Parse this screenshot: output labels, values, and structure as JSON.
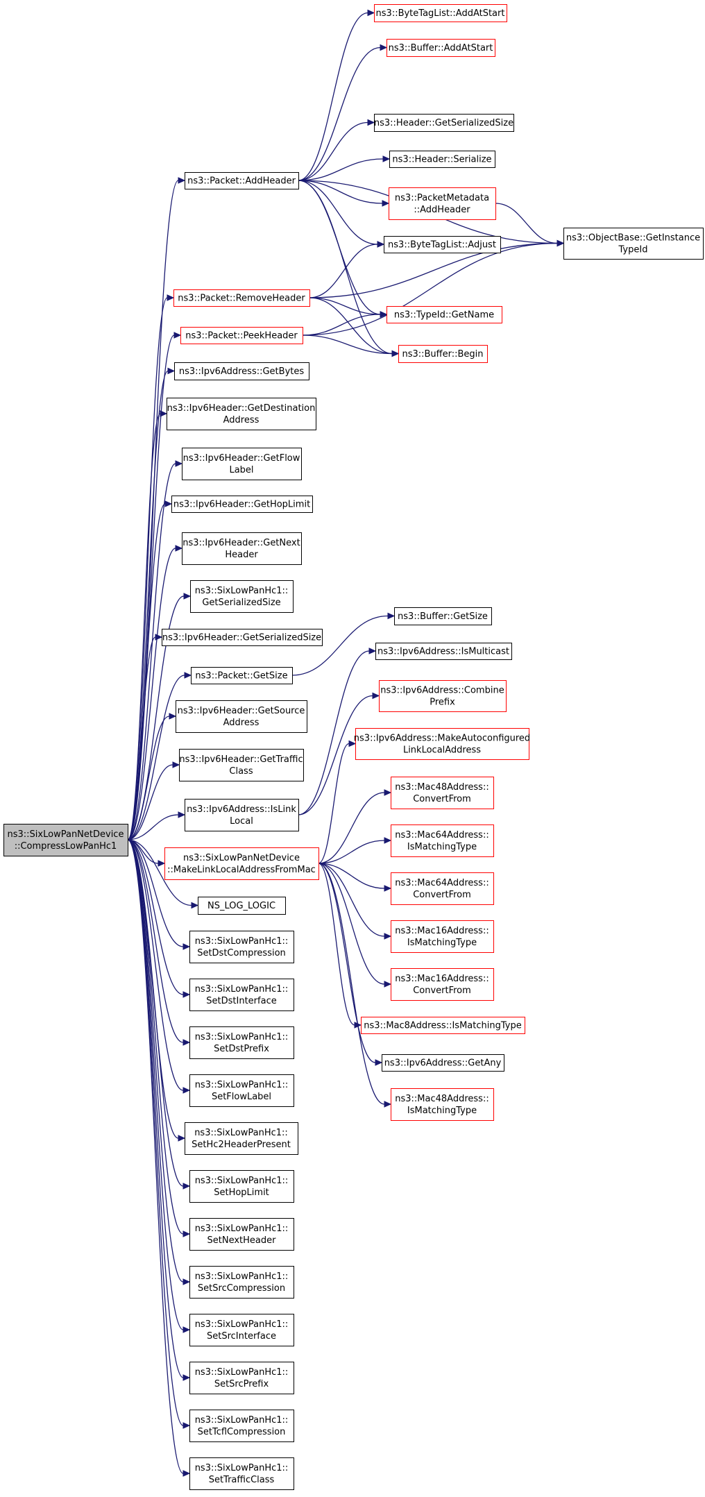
{
  "graph": {
    "type": "call-graph",
    "colors": {
      "edge": "#191970",
      "root_fill": "#bfbfbf",
      "node_fill": "#ffffff",
      "node_border": "#000000",
      "truncated_border": "#ff0000"
    },
    "nodes": [
      {
        "id": "root",
        "lines": [
          "ns3::SixLowPanNetDevice",
          "::CompressLowPanHc1"
        ],
        "style": "root"
      },
      {
        "id": "addHeader",
        "lines": [
          "ns3::Packet::AddHeader"
        ],
        "style": "normal"
      },
      {
        "id": "removeHeader",
        "lines": [
          "ns3::Packet::RemoveHeader"
        ],
        "style": "truncated"
      },
      {
        "id": "peekHeader",
        "lines": [
          "ns3::Packet::PeekHeader"
        ],
        "style": "truncated"
      },
      {
        "id": "ipv6GetBytes",
        "lines": [
          "ns3::Ipv6Address::GetBytes"
        ],
        "style": "normal"
      },
      {
        "id": "getDest",
        "lines": [
          "ns3::Ipv6Header::GetDestination",
          "Address"
        ],
        "style": "normal"
      },
      {
        "id": "getFlow",
        "lines": [
          "ns3::Ipv6Header::GetFlow",
          "Label"
        ],
        "style": "normal"
      },
      {
        "id": "getHop",
        "lines": [
          "ns3::Ipv6Header::GetHopLimit"
        ],
        "style": "normal"
      },
      {
        "id": "getNext",
        "lines": [
          "ns3::Ipv6Header::GetNext",
          "Header"
        ],
        "style": "normal"
      },
      {
        "id": "hc1Ser",
        "lines": [
          "ns3::SixLowPanHc1::",
          "GetSerializedSize"
        ],
        "style": "normal"
      },
      {
        "id": "ipv6Ser",
        "lines": [
          "ns3::Ipv6Header::GetSerializedSize"
        ],
        "style": "normal"
      },
      {
        "id": "pktGetSize",
        "lines": [
          "ns3::Packet::GetSize"
        ],
        "style": "normal"
      },
      {
        "id": "getSrc",
        "lines": [
          "ns3::Ipv6Header::GetSource",
          "Address"
        ],
        "style": "normal"
      },
      {
        "id": "getTraffic",
        "lines": [
          "ns3::Ipv6Header::GetTraffic",
          "Class"
        ],
        "style": "normal"
      },
      {
        "id": "isLinkLocal",
        "lines": [
          "ns3::Ipv6Address::IsLink",
          "Local"
        ],
        "style": "normal"
      },
      {
        "id": "makeLL",
        "lines": [
          "ns3::SixLowPanNetDevice",
          "::MakeLinkLocalAddressFromMac"
        ],
        "style": "truncated"
      },
      {
        "id": "nsLog",
        "lines": [
          "NS_LOG_LOGIC"
        ],
        "style": "normal"
      },
      {
        "id": "setDstComp",
        "lines": [
          "ns3::SixLowPanHc1::",
          "SetDstCompression"
        ],
        "style": "normal"
      },
      {
        "id": "setDstIf",
        "lines": [
          "ns3::SixLowPanHc1::",
          "SetDstInterface"
        ],
        "style": "normal"
      },
      {
        "id": "setDstPre",
        "lines": [
          "ns3::SixLowPanHc1::",
          "SetDstPrefix"
        ],
        "style": "normal"
      },
      {
        "id": "setFlow",
        "lines": [
          "ns3::SixLowPanHc1::",
          "SetFlowLabel"
        ],
        "style": "normal"
      },
      {
        "id": "setHc2",
        "lines": [
          "ns3::SixLowPanHc1::",
          "SetHc2HeaderPresent"
        ],
        "style": "normal"
      },
      {
        "id": "setHop",
        "lines": [
          "ns3::SixLowPanHc1::",
          "SetHopLimit"
        ],
        "style": "normal"
      },
      {
        "id": "setNext",
        "lines": [
          "ns3::SixLowPanHc1::",
          "SetNextHeader"
        ],
        "style": "normal"
      },
      {
        "id": "setSrcComp",
        "lines": [
          "ns3::SixLowPanHc1::",
          "SetSrcCompression"
        ],
        "style": "normal"
      },
      {
        "id": "setSrcIf",
        "lines": [
          "ns3::SixLowPanHc1::",
          "SetSrcInterface"
        ],
        "style": "normal"
      },
      {
        "id": "setSrcPre",
        "lines": [
          "ns3::SixLowPanHc1::",
          "SetSrcPrefix"
        ],
        "style": "normal"
      },
      {
        "id": "setTcfl",
        "lines": [
          "ns3::SixLowPanHc1::",
          "SetTcflCompression"
        ],
        "style": "normal"
      },
      {
        "id": "setTraffic",
        "lines": [
          "ns3::SixLowPanHc1::",
          "SetTrafficClass"
        ],
        "style": "normal"
      },
      {
        "id": "btlAddAtStart",
        "lines": [
          "ns3::ByteTagList::AddAtStart"
        ],
        "style": "truncated"
      },
      {
        "id": "bufAddAtStart",
        "lines": [
          "ns3::Buffer::AddAtStart"
        ],
        "style": "truncated"
      },
      {
        "id": "hdrGetSer",
        "lines": [
          "ns3::Header::GetSerializedSize"
        ],
        "style": "normal"
      },
      {
        "id": "hdrSer",
        "lines": [
          "ns3::Header::Serialize"
        ],
        "style": "normal"
      },
      {
        "id": "pmAddHeader",
        "lines": [
          "ns3::PacketMetadata",
          "::AddHeader"
        ],
        "style": "truncated"
      },
      {
        "id": "btlAdjust",
        "lines": [
          "ns3::ByteTagList::Adjust"
        ],
        "style": "normal"
      },
      {
        "id": "objGetTid",
        "lines": [
          "ns3::ObjectBase::GetInstance",
          "TypeId"
        ],
        "style": "normal"
      },
      {
        "id": "tidGetName",
        "lines": [
          "ns3::TypeId::GetName"
        ],
        "style": "truncated"
      },
      {
        "id": "bufBegin",
        "lines": [
          "ns3::Buffer::Begin"
        ],
        "style": "truncated"
      },
      {
        "id": "bufGetSize",
        "lines": [
          "ns3::Buffer::GetSize"
        ],
        "style": "normal"
      },
      {
        "id": "isMulticast",
        "lines": [
          "ns3::Ipv6Address::IsMulticast"
        ],
        "style": "normal"
      },
      {
        "id": "combinePrefix",
        "lines": [
          "ns3::Ipv6Address::Combine",
          "Prefix"
        ],
        "style": "truncated"
      },
      {
        "id": "makeAuto",
        "lines": [
          "ns3::Ipv6Address::MakeAutoconfigured",
          "LinkLocalAddress"
        ],
        "style": "truncated"
      },
      {
        "id": "mac48Conv",
        "lines": [
          "ns3::Mac48Address::",
          "ConvertFrom"
        ],
        "style": "truncated"
      },
      {
        "id": "mac64Match",
        "lines": [
          "ns3::Mac64Address::",
          "IsMatchingType"
        ],
        "style": "truncated"
      },
      {
        "id": "mac64Conv",
        "lines": [
          "ns3::Mac64Address::",
          "ConvertFrom"
        ],
        "style": "truncated"
      },
      {
        "id": "mac16Match",
        "lines": [
          "ns3::Mac16Address::",
          "IsMatchingType"
        ],
        "style": "truncated"
      },
      {
        "id": "mac16Conv",
        "lines": [
          "ns3::Mac16Address::",
          "ConvertFrom"
        ],
        "style": "truncated"
      },
      {
        "id": "mac8Match",
        "lines": [
          "ns3::Mac8Address::IsMatchingType"
        ],
        "style": "truncated"
      },
      {
        "id": "ipv6GetAny",
        "lines": [
          "ns3::Ipv6Address::GetAny"
        ],
        "style": "normal"
      },
      {
        "id": "mac48Match",
        "lines": [
          "ns3::Mac48Address::",
          "IsMatchingType"
        ],
        "style": "truncated"
      }
    ],
    "edges": [
      [
        "root",
        "addHeader"
      ],
      [
        "root",
        "removeHeader"
      ],
      [
        "root",
        "peekHeader"
      ],
      [
        "root",
        "ipv6GetBytes"
      ],
      [
        "root",
        "getDest"
      ],
      [
        "root",
        "getFlow"
      ],
      [
        "root",
        "getHop"
      ],
      [
        "root",
        "getNext"
      ],
      [
        "root",
        "hc1Ser"
      ],
      [
        "root",
        "ipv6Ser"
      ],
      [
        "root",
        "pktGetSize"
      ],
      [
        "root",
        "getSrc"
      ],
      [
        "root",
        "getTraffic"
      ],
      [
        "root",
        "isLinkLocal"
      ],
      [
        "root",
        "makeLL"
      ],
      [
        "root",
        "nsLog"
      ],
      [
        "root",
        "setDstComp"
      ],
      [
        "root",
        "setDstIf"
      ],
      [
        "root",
        "setDstPre"
      ],
      [
        "root",
        "setFlow"
      ],
      [
        "root",
        "setHc2"
      ],
      [
        "root",
        "setHop"
      ],
      [
        "root",
        "setNext"
      ],
      [
        "root",
        "setSrcComp"
      ],
      [
        "root",
        "setSrcIf"
      ],
      [
        "root",
        "setSrcPre"
      ],
      [
        "root",
        "setTcfl"
      ],
      [
        "root",
        "setTraffic"
      ],
      [
        "addHeader",
        "btlAddAtStart"
      ],
      [
        "addHeader",
        "bufAddAtStart"
      ],
      [
        "addHeader",
        "objGetTid"
      ],
      [
        "addHeader",
        "hdrGetSer"
      ],
      [
        "addHeader",
        "hdrSer"
      ],
      [
        "addHeader",
        "pmAddHeader"
      ],
      [
        "addHeader",
        "btlAdjust"
      ],
      [
        "addHeader",
        "tidGetName"
      ],
      [
        "addHeader",
        "bufBegin"
      ],
      [
        "pmAddHeader",
        "objGetTid"
      ],
      [
        "removeHeader",
        "btlAdjust"
      ],
      [
        "removeHeader",
        "objGetTid"
      ],
      [
        "removeHeader",
        "tidGetName"
      ],
      [
        "removeHeader",
        "bufBegin"
      ],
      [
        "peekHeader",
        "tidGetName"
      ],
      [
        "peekHeader",
        "bufBegin"
      ],
      [
        "peekHeader",
        "objGetTid"
      ],
      [
        "pktGetSize",
        "bufGetSize"
      ],
      [
        "isLinkLocal",
        "isMulticast"
      ],
      [
        "isLinkLocal",
        "combinePrefix"
      ],
      [
        "makeLL",
        "makeAuto"
      ],
      [
        "makeLL",
        "mac48Conv"
      ],
      [
        "makeLL",
        "mac64Match"
      ],
      [
        "makeLL",
        "mac64Conv"
      ],
      [
        "makeLL",
        "mac16Match"
      ],
      [
        "makeLL",
        "mac16Conv"
      ],
      [
        "makeLL",
        "mac8Match"
      ],
      [
        "makeLL",
        "ipv6GetAny"
      ],
      [
        "makeLL",
        "mac48Match"
      ]
    ]
  }
}
